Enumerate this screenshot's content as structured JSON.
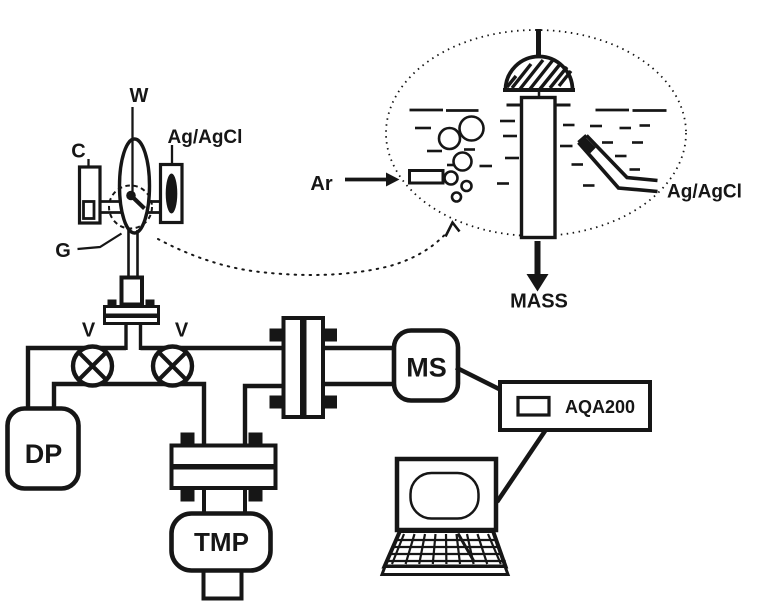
{
  "labels": {
    "cell": {
      "working_electrode": "W",
      "counter_electrode": "C",
      "reference_electrode": "Ag/AgCl",
      "frit": "G"
    },
    "inset": {
      "gas": "Ar",
      "reference_electrode": "Ag/AgCl",
      "outlet": "MASS"
    },
    "vacuum": {
      "valve_left": "V",
      "valve_right": "V",
      "diffusion_pump": "DP",
      "turbomolecular_pump": "TMP",
      "mass_spectrometer": "MS"
    },
    "electronics": {
      "analyzer": "AQA200"
    }
  },
  "colors": {
    "ink": "#161616",
    "paper": "#ffffff"
  }
}
